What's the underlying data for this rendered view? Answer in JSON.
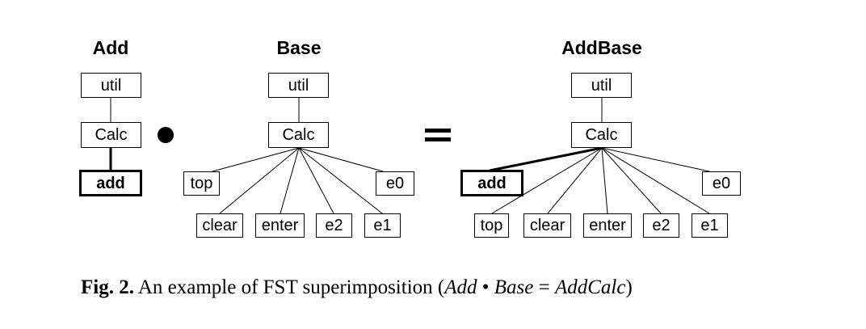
{
  "trees": [
    {
      "id": "add",
      "title": "Add"
    },
    {
      "id": "base",
      "title": "Base"
    },
    {
      "id": "addbase",
      "title": "AddBase"
    }
  ],
  "nodes": {
    "add": {
      "util": "util",
      "calc": "Calc",
      "add": "add"
    },
    "base": {
      "util": "util",
      "calc": "Calc",
      "top": "top",
      "e0": "e0",
      "clear": "clear",
      "enter": "enter",
      "e2": "e2",
      "e1": "e1"
    },
    "addbase": {
      "util": "util",
      "calc": "Calc",
      "add": "add",
      "e0": "e0",
      "top": "top",
      "clear": "clear",
      "enter": "enter",
      "e2": "e2",
      "e1": "e1"
    }
  },
  "operators": {
    "compose": "•",
    "equals": "="
  },
  "caption": {
    "label": "Fig. 2.",
    "text": "An example of FST superimposition (",
    "term1": "Add",
    "op": " • ",
    "term2": "Base",
    "eq": " = ",
    "result": "AddCalc",
    "close": ")"
  }
}
